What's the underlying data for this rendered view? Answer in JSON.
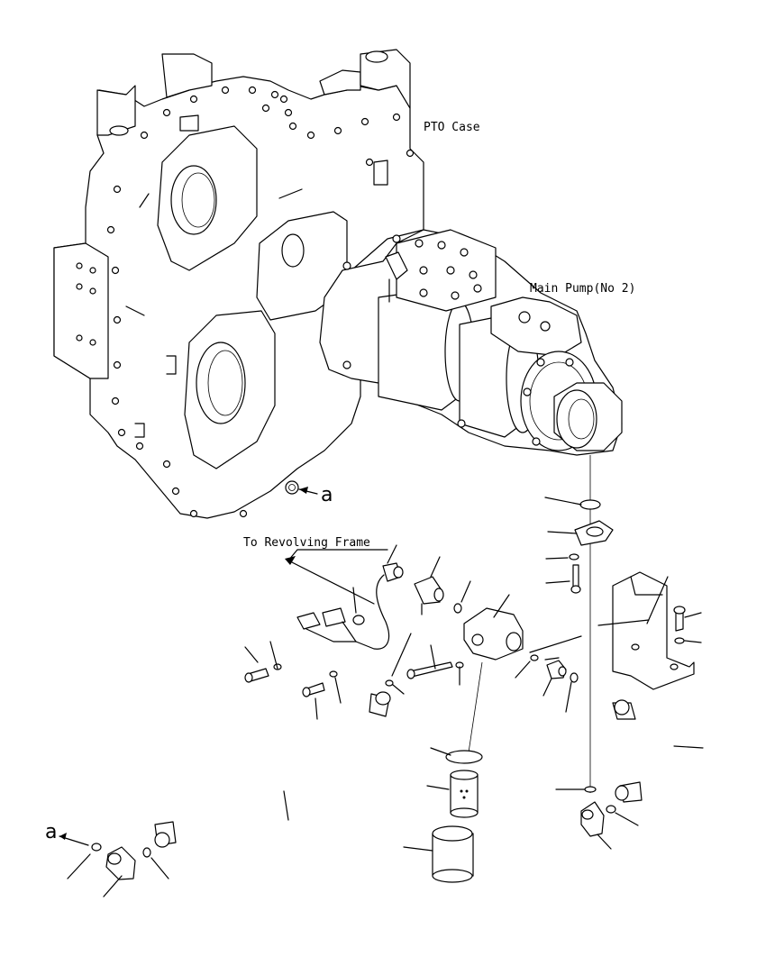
{
  "labels": {
    "pto_case": "PTO Case",
    "main_pump": "Main Pump(No 2)",
    "to_revolving_frame": "To Revolving Frame",
    "a_top": "a",
    "a_bottom": "a"
  }
}
